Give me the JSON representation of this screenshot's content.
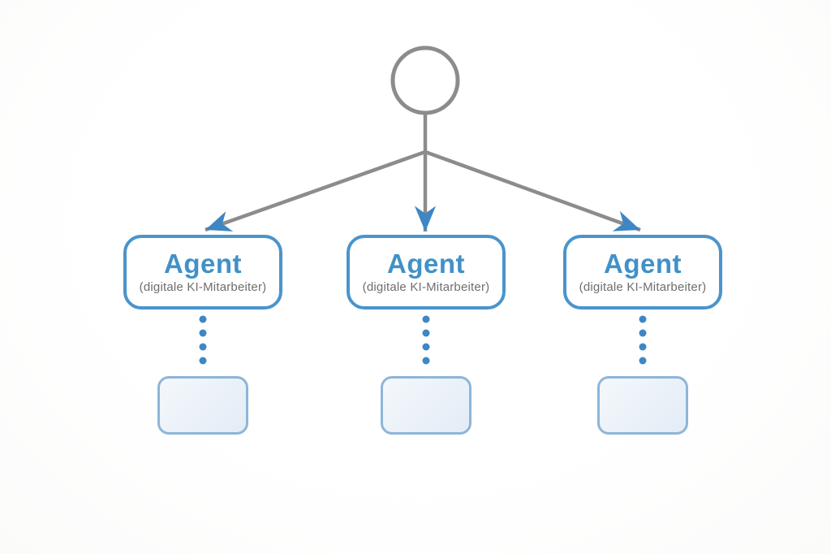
{
  "diagram": {
    "type": "tree",
    "description": "One person/root node delegating to three AI agent nodes, each linked by a dotted line to an empty task box",
    "root_node": {
      "shape": "circle",
      "label": ""
    },
    "agents": [
      {
        "title": "Agent",
        "subtitle": "(digitale KI-Mitarbeiter)"
      },
      {
        "title": "Agent",
        "subtitle": "(digitale KI-Mitarbeiter)"
      },
      {
        "title": "Agent",
        "subtitle": "(digitale KI-Mitarbeiter)"
      }
    ],
    "task_boxes": [
      {
        "label": ""
      },
      {
        "label": ""
      },
      {
        "label": ""
      }
    ],
    "connectors": {
      "solid_arrows": 3,
      "dots_per_dotted_link": 4
    },
    "colors": {
      "agent_border_blue": "#4a94cc",
      "agent_title_blue": "#4191c8",
      "subtitle_gray": "#6e6e6e",
      "line_gray": "#8c8c8c",
      "arrowhead_blue": "#3e86c4",
      "dot_blue": "#3e86c4",
      "task_border_blue": "#8fb5d8",
      "task_fill_blue": "#eaf1f8",
      "background": "#fdfdfd"
    }
  }
}
